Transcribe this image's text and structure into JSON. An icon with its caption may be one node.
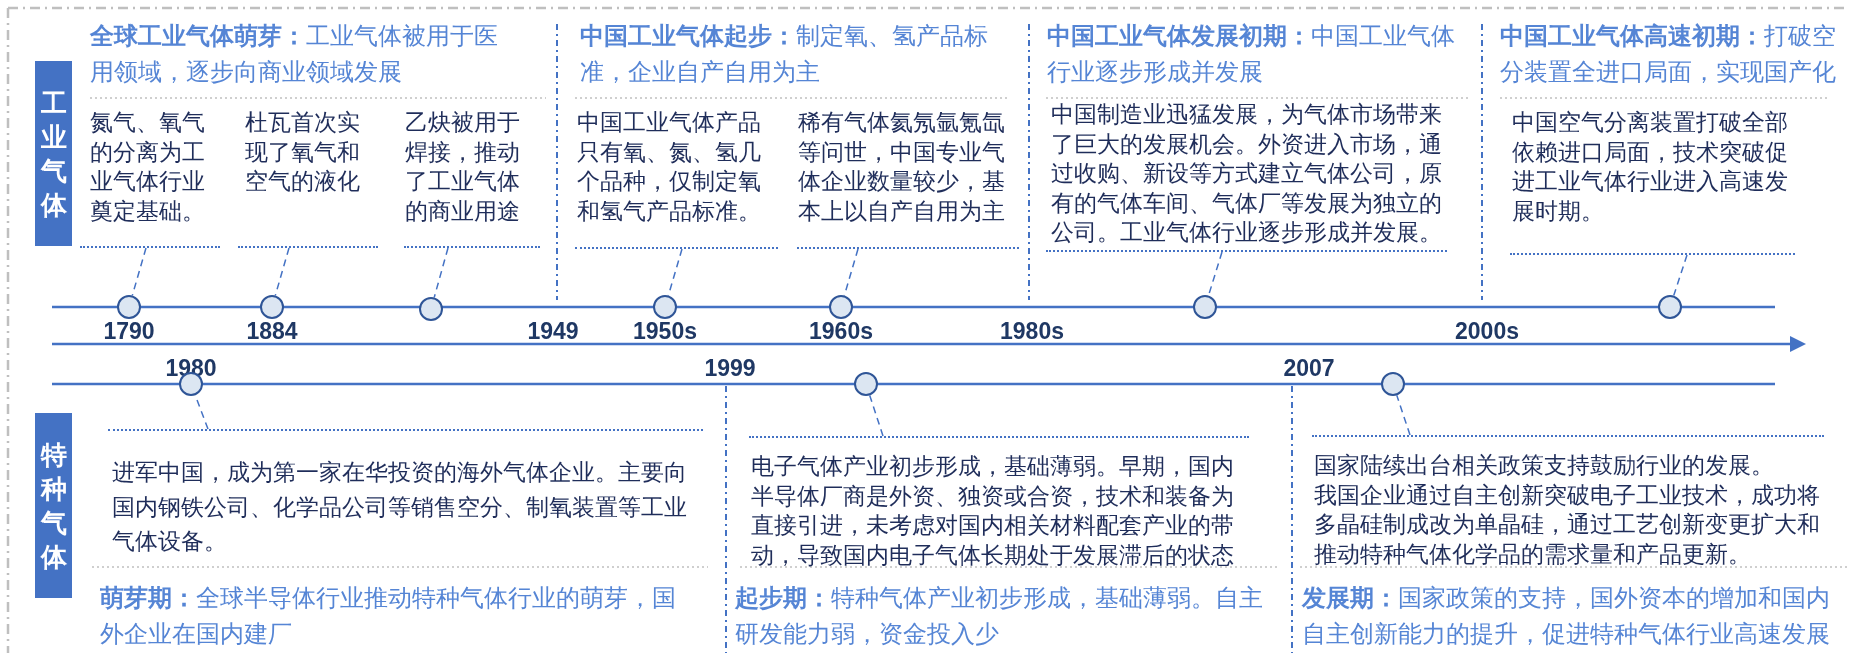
{
  "diagram": {
    "nodes": [
      {
        "text": [
          "工业气体"
        ]
      },
      {
        "text": [
          "氮气、氧气的分离为工业气体行业奠定基础。"
        ]
      },
      {
        "text": [
          "杜瓦首次实现了氧气和空气的液化"
        ]
      },
      {
        "text": [
          "乙炔被用于焊接，推动了工业气体的商业用途"
        ]
      },
      {
        "text": [
          "中国工业气体产品只有氧、氮、氢几个品种，仅制定氧和氢气产品标准。"
        ]
      },
      {
        "text": [
          "稀有气体氦氖氩氪氙等问世，中国专业气体企业数量较少，基本上以自产自用为主"
        ]
      },
      {
        "text": [
          "中国制造业迅猛发展，为气体市场带来了巨大的发展机会。外资进入市场，通过收购、新设等方式建立气体公司，原有的气体车间、气体厂等发展为独立的公司。工业气体行业逐步形成并发展。"
        ]
      },
      {
        "text": [
          "中国空气分离装置打破全部依赖进口局面，技术突破促进工业气体行业进入高速发展时期。"
        ]
      },
      {
        "text": [],
        "shape": "circle",
        "beside": [
          "1790"
        ]
      },
      {
        "text": [],
        "shape": "circle",
        "beside": [
          "1884"
        ]
      },
      {
        "text": [],
        "shape": "circle"
      },
      {
        "text": [],
        "shape": "circle",
        "beside": [
          "1950s"
        ]
      },
      {
        "text": [],
        "shape": "circle",
        "beside": [
          "1960s"
        ]
      },
      {
        "text": [],
        "shape": "circle"
      },
      {
        "text": [],
        "shape": "circle"
      },
      {
        "text": [
          "特种气体"
        ]
      },
      {
        "text": [
          "进军中国，成为第一家在华投资的海外气体企业。主要向国内钢铁公司、化学品公司等销售空分、制氧装置等工业气体设备。"
        ]
      },
      {
        "text": [
          "电子气体产业初步形成，基础薄弱。早期，国内半导体厂商是外资、独资或合资，技术和装备为直接引进，未考虑对国内相关材料配套产业的带动，导致国内电子气体长期处于发展滞后的状态"
        ]
      },
      {
        "text": [
          "国家陆续出台相关政策支持鼓励行业的发展。",
          "我国企业通过自主创新突破电子工业技术，成功将多晶硅制成改为单晶硅，通过工艺创新变更扩大和推动特种气体化学品的需求量和产品更新。"
        ]
      },
      {
        "text": [],
        "shape": "circle",
        "beside": [
          "1980"
        ]
      },
      {
        "text": [],
        "shape": "circle"
      },
      {
        "text": [],
        "shape": "circle"
      }
    ],
    "edges": [
      {
        "from": 1,
        "to": 8,
        "arrow": "none"
      },
      {
        "from": 2,
        "to": 9,
        "arrow": "none"
      },
      {
        "from": 3,
        "to": 10,
        "arrow": "none"
      },
      {
        "from": 4,
        "to": 11,
        "arrow": "none"
      },
      {
        "from": 5,
        "to": 12,
        "arrow": "none"
      },
      {
        "from": 6,
        "to": 13,
        "arrow": "none"
      },
      {
        "from": 7,
        "to": 14,
        "arrow": "none"
      },
      {
        "from": 16,
        "to": 19,
        "arrow": "none"
      },
      {
        "from": 17,
        "to": 20,
        "arrow": "none"
      },
      {
        "from": 18,
        "to": 21,
        "arrow": "none"
      }
    ],
    "labels": [
      "**全球工业气体萌芽：**工业气体被用于医用领域，逐步向商业领域发展",
      "**中国工业气体起步：**制定氧、氢产品标准，企业自产自用为主",
      "**中国工业气体发展初期：**中国工业气体行业逐步形成并发展",
      "**中国工业气体高速初期：**打破空分装置全进口局面，实现国产化",
      "1949",
      "1980s",
      "2000s",
      "1999",
      "2007",
      "**萌芽期：**全球半导体行业推动特种气体行业的萌芽，国外企业在国内建厂",
      "**起步期：**特种气体产业初步形成，基础薄弱。自主研发能力弱，资金投入少",
      "**发展期：**国家政策的支持，国外资本的增加和国内自主创新能力的提升，促进特种气体行业高速发展"
    ]
  }
}
